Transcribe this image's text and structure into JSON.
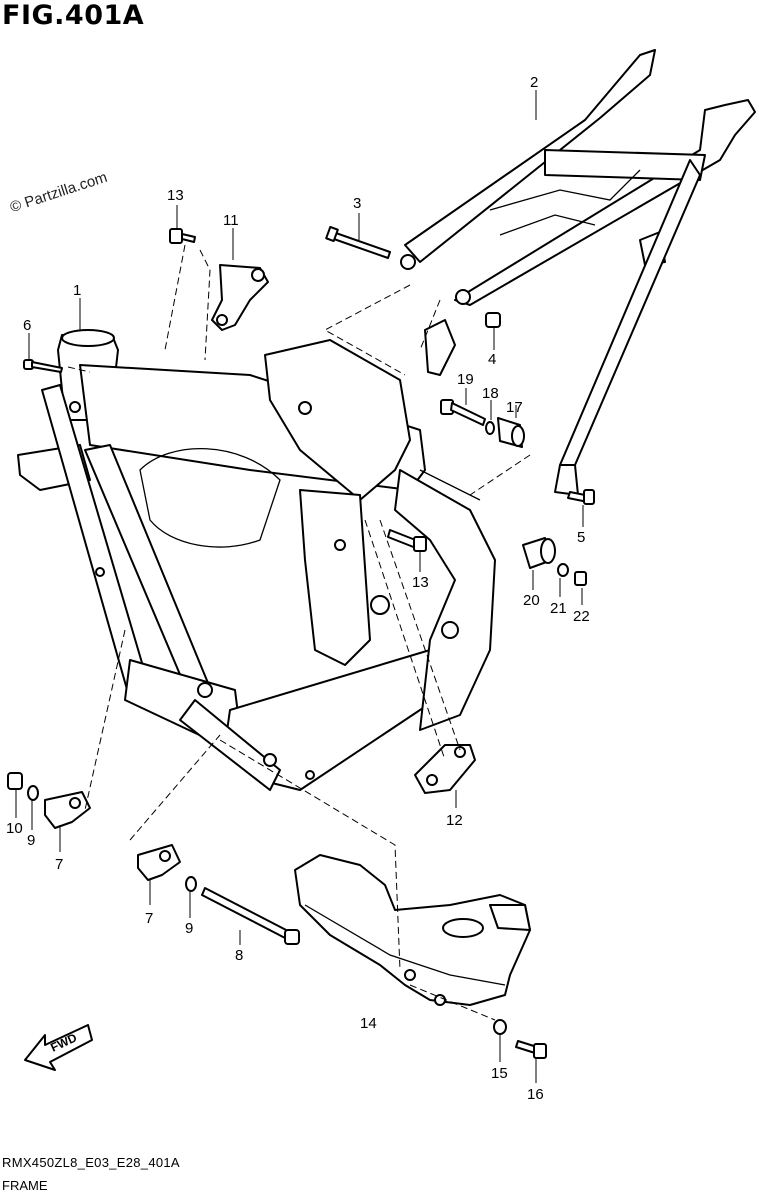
{
  "title": "FIG.401A",
  "watermark": "© Partzilla.com",
  "footer": {
    "code": "RMX450ZL8_E03_E28_401A",
    "name": "FRAME"
  },
  "fwd_label": "FWD",
  "callouts": [
    "1",
    "2",
    "3",
    "4",
    "5",
    "6",
    "7",
    "7",
    "8",
    "9",
    "9",
    "10",
    "11",
    "12",
    "13",
    "13",
    "14",
    "15",
    "16",
    "17",
    "18",
    "19",
    "20",
    "21",
    "22"
  ]
}
